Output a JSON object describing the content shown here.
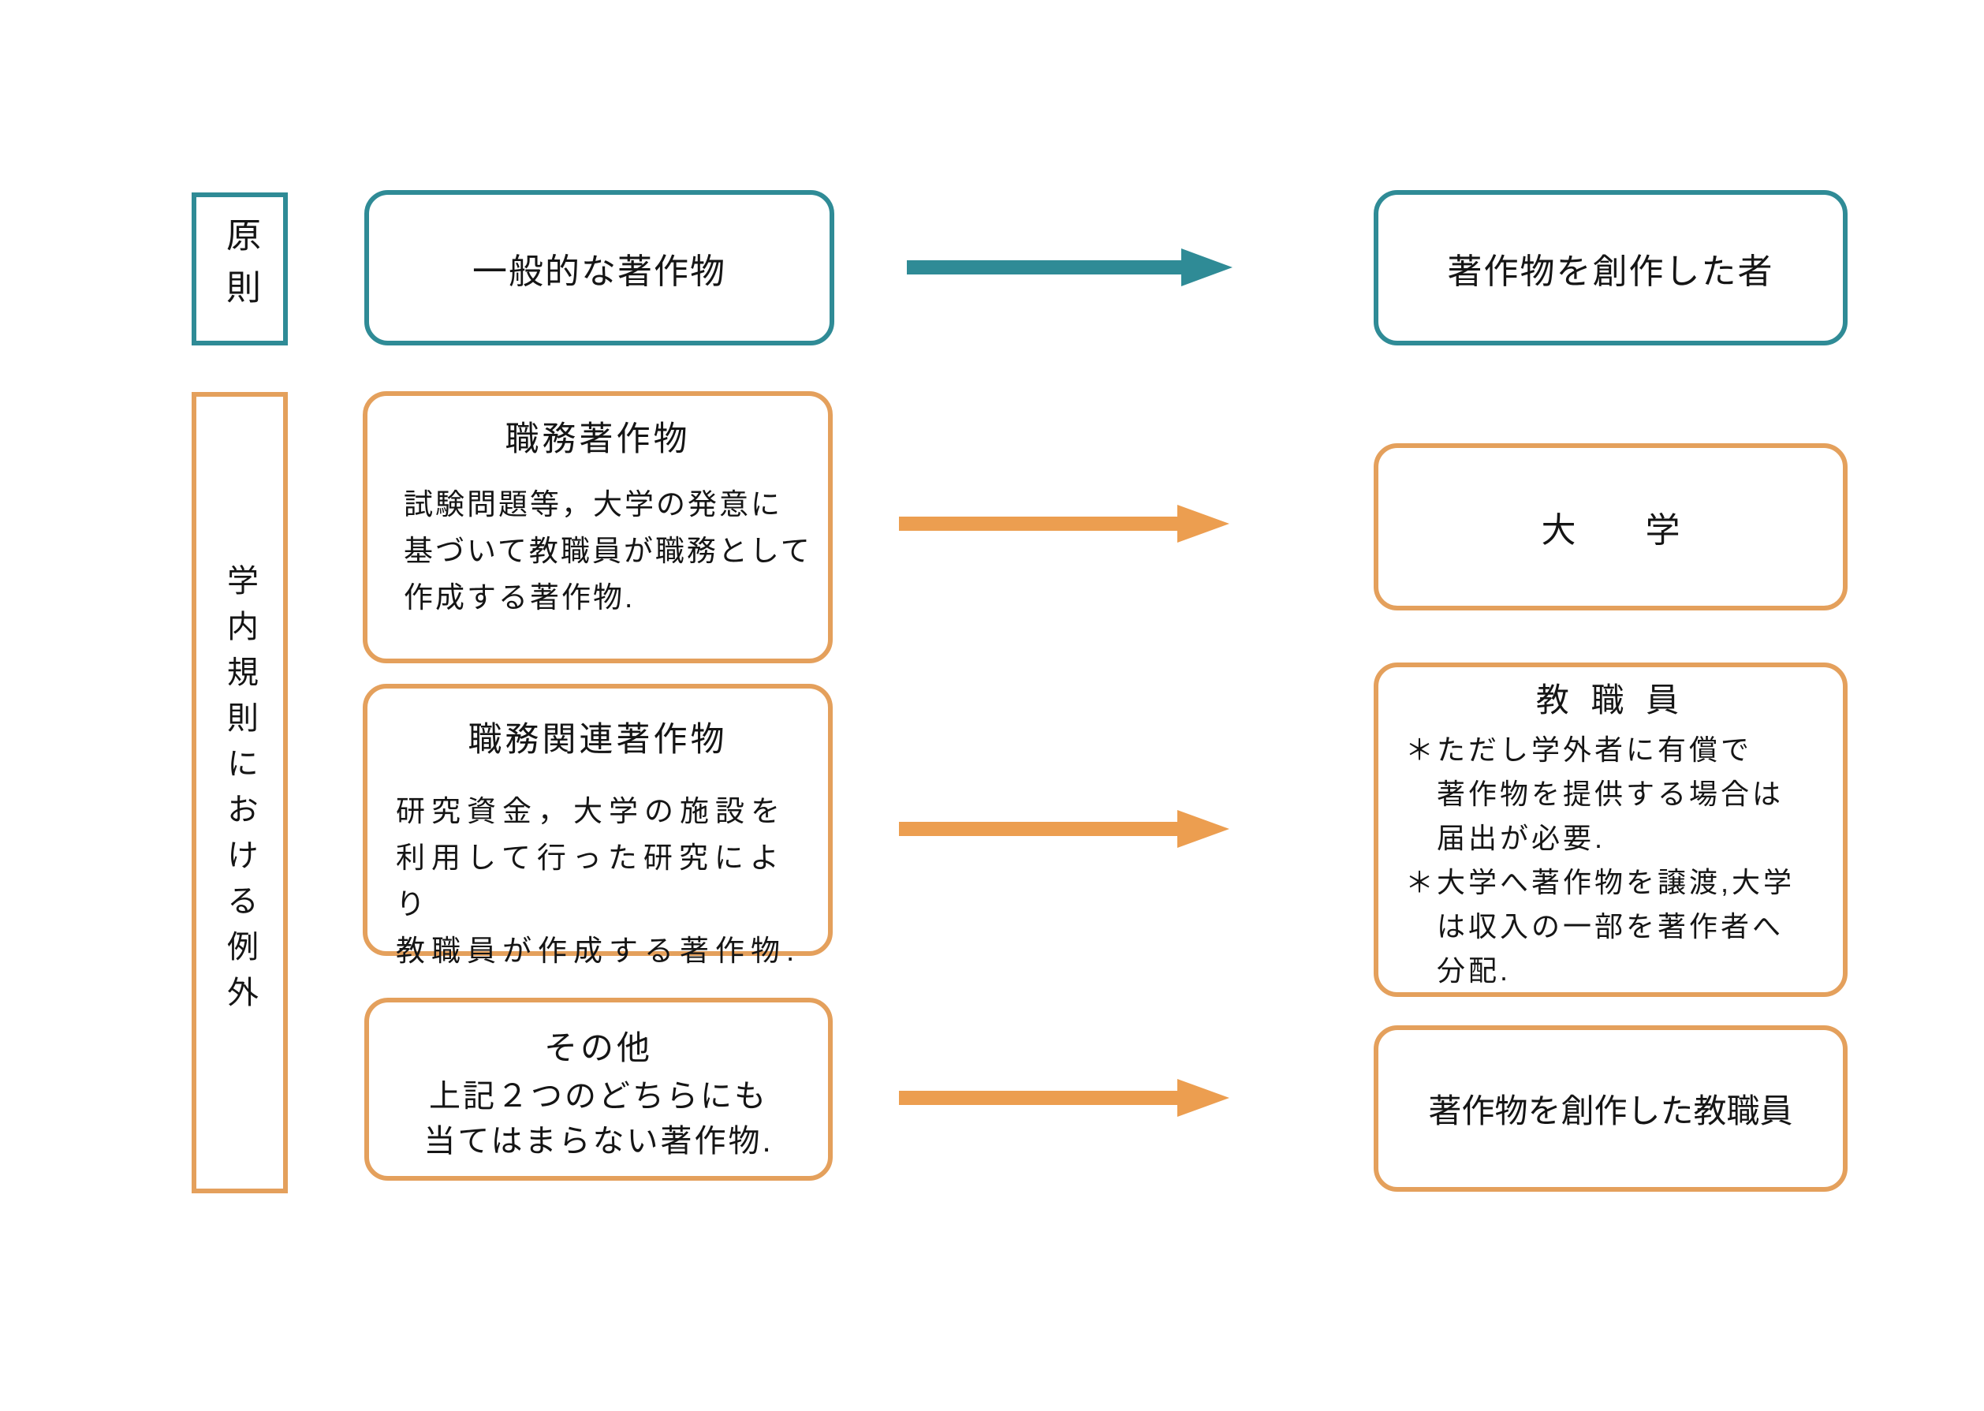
{
  "colors": {
    "teal": "#2F8B96",
    "orange_border": "#E4A05C",
    "orange_arrow": "#EC9E50",
    "text": "#151515"
  },
  "principle_section": {
    "label": "原則",
    "source_box": "一般的な著作物",
    "target_box": "著作物を創作した者"
  },
  "exception_section": {
    "label": "学内規則における例外",
    "work_for_hire": {
      "title": "職務著作物",
      "lines": [
        "試験問題等，大学の発意に",
        "基づいて教職員が職務として",
        "作成する著作物."
      ]
    },
    "work_related": {
      "title": "職務関連著作物",
      "lines": [
        "研究資金，大学の施設を",
        "利用して行った研究により",
        "教職員が作成する著作物."
      ]
    },
    "other": {
      "title": "その他",
      "lines": [
        "上記２つのどちらにも",
        "当てはまらない著作物."
      ]
    },
    "university_box": "大　　学",
    "faculty_box": {
      "title": "教 職 員",
      "lines": [
        "＊ただし学外者に有償で",
        "　著作物を提供する場合は",
        "　届出が必要.",
        "＊大学へ著作物を譲渡,大学",
        "　は収入の一部を著作者へ",
        "　分配."
      ]
    },
    "creator_faculty_box": "著作物を創作した教職員"
  }
}
